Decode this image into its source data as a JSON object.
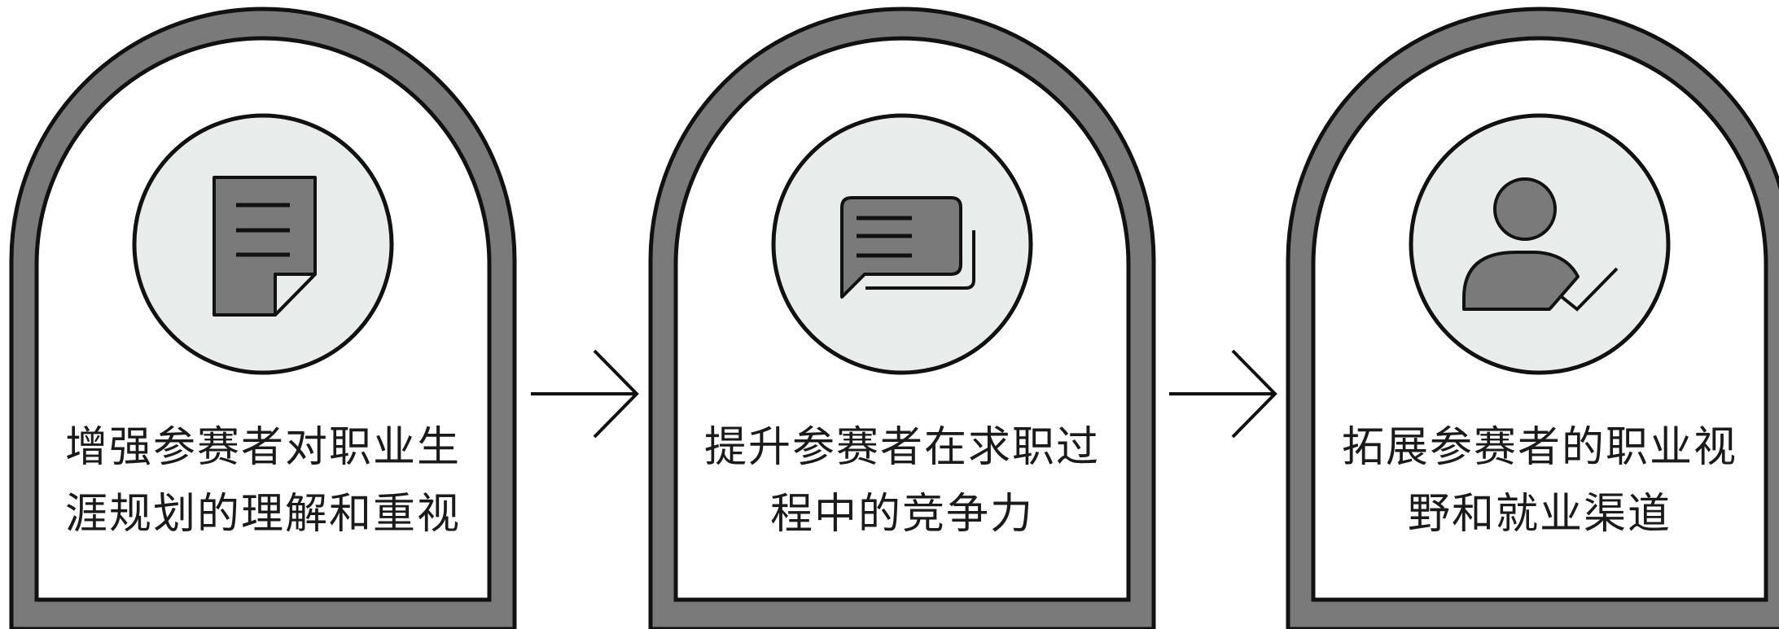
{
  "colors": {
    "frame_outer": "#7a7a7a",
    "frame_inner": "#ffffff",
    "icon_circle": "#e8ecea",
    "icon_fill": "#7a7a7a",
    "stroke": "#111111"
  },
  "cards": [
    {
      "icon": "document-icon",
      "lines": [
        "增强参赛者对职业生",
        "涯规划的理解和重视"
      ]
    },
    {
      "icon": "chat-message-icon",
      "lines": [
        "提升参赛者在求职过",
        "程中的竞争力"
      ]
    },
    {
      "icon": "user-check-icon",
      "lines": [
        "拓展参赛者的职业视",
        "野和就业渠道"
      ]
    }
  ],
  "connectors": [
    "arrow-right-icon",
    "arrow-right-icon"
  ]
}
